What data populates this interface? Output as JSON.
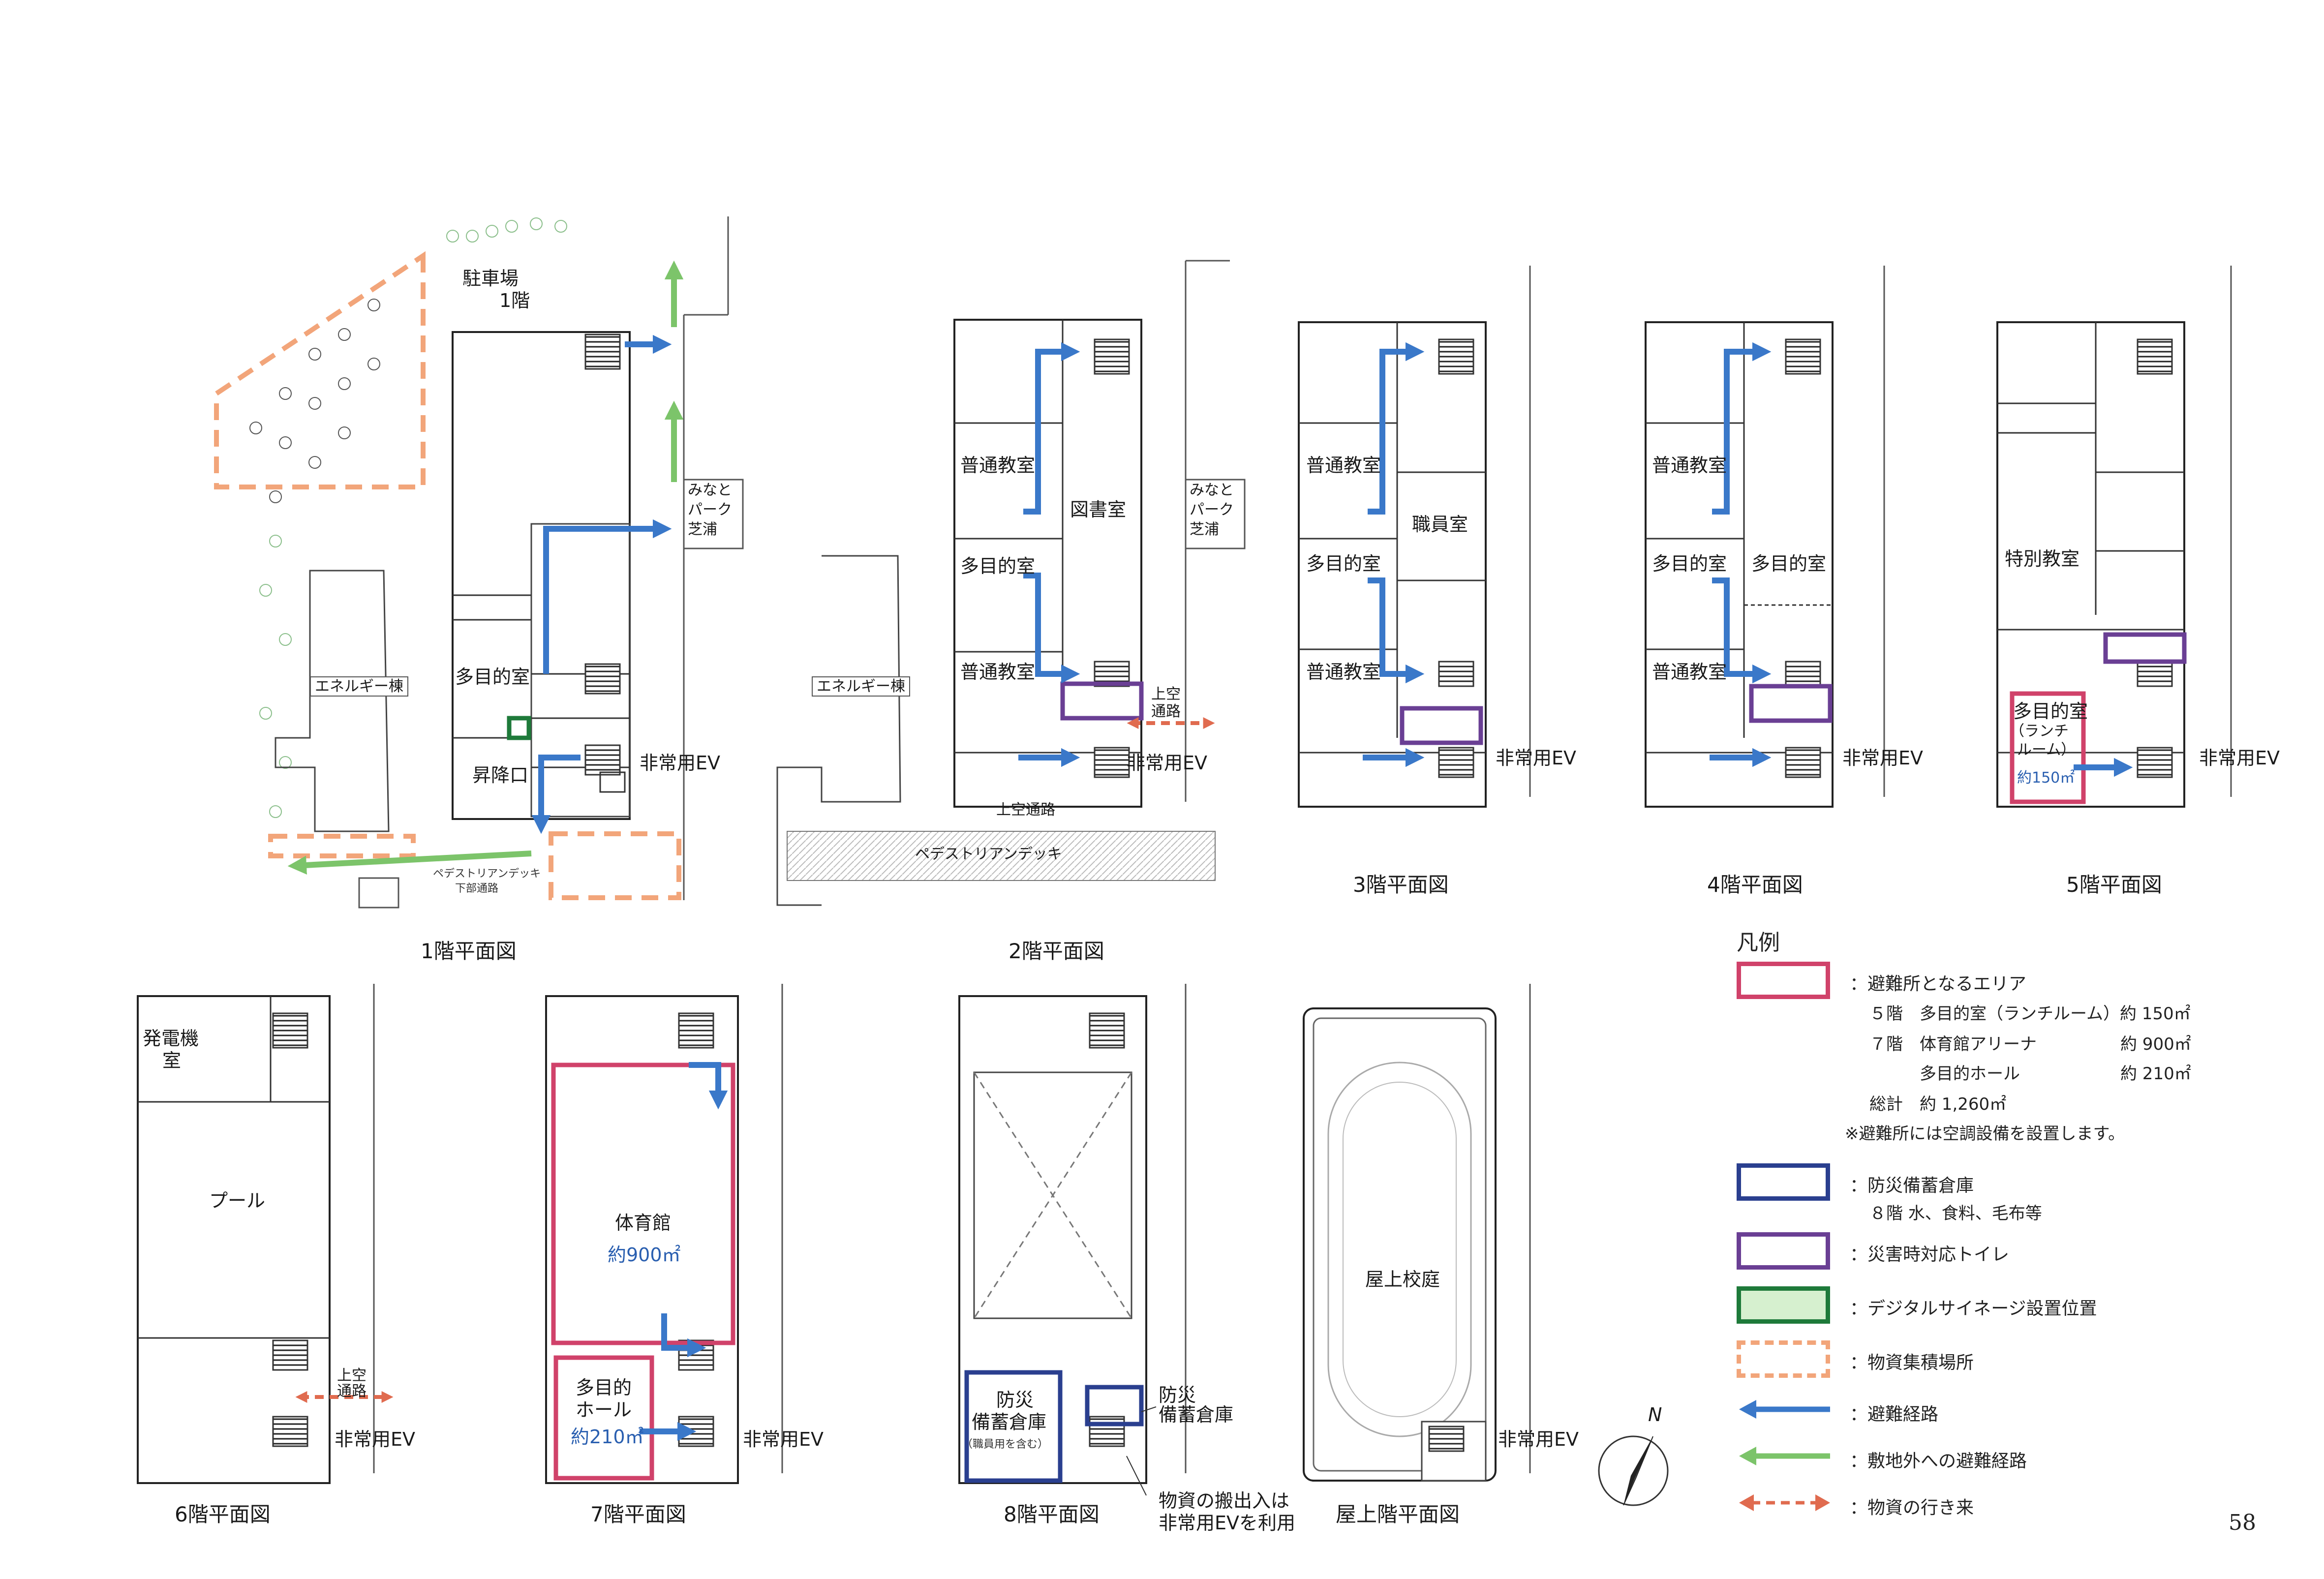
{
  "plans": {
    "f1": {
      "caption": "1階平面図",
      "parking": "駐車場",
      "parking_floor": "1階",
      "minato1": "みなと",
      "minato2": "パーク",
      "minato3": "芝浦",
      "energy": "エネルギー棟",
      "multipurpose": "多目的室",
      "entrance": "昇降口",
      "emergency_ev": "非常用EV",
      "deck": "ペデストリアンデッキ",
      "deck_sub": "下部通路"
    },
    "f2": {
      "caption": "2階平面図",
      "class1": "普通教室",
      "multipurpose": "多目的室",
      "class2": "普通教室",
      "library": "図書室",
      "minato1": "みなと",
      "minato2": "パーク",
      "minato3": "芝浦",
      "energy": "エネルギー棟",
      "overpass1": "上空",
      "overpass2": "通路",
      "overpass_full": "上空通路",
      "emergency_ev": "非常用EV",
      "deck": "ペデストリアンデッキ"
    },
    "f3": {
      "caption": "3階平面図",
      "class1": "普通教室",
      "multipurpose": "多目的室",
      "class2": "普通教室",
      "staff": "職員室",
      "emergency_ev": "非常用EV"
    },
    "f4": {
      "caption": "4階平面図",
      "class1": "普通教室",
      "multipurpose1": "多目的室",
      "multipurpose2": "多目的室",
      "class2": "普通教室",
      "emergency_ev": "非常用EV"
    },
    "f5": {
      "caption": "5階平面図",
      "special": "特別教室",
      "lunch1": "多目的室",
      "lunch2": "（ランチ",
      "lunch3": "ルーム）",
      "area": "約150㎡",
      "emergency_ev": "非常用EV"
    },
    "f6": {
      "caption": "6階平面図",
      "generator1": "発電機",
      "generator2": "室",
      "pool": "プール",
      "overpass1": "上空",
      "overpass2": "通路",
      "emergency_ev": "非常用EV"
    },
    "f7": {
      "caption": "7階平面図",
      "gym": "体育館",
      "gym_area": "約900㎡",
      "hall1": "多目的",
      "hall2": "ホール",
      "hall_area": "約210㎡",
      "emergency_ev": "非常用EV"
    },
    "f8": {
      "caption": "8階平面図",
      "store1": "防災",
      "store2": "備蓄倉庫",
      "store3": "（職員用を含む）",
      "store_b1": "防災",
      "store_b2": "備蓄倉庫",
      "note1": "物資の搬出入は",
      "note2": "非常用EVを利用"
    },
    "roof": {
      "caption": "屋上階平面図",
      "yard": "屋上校庭",
      "emergency_ev": "非常用EV"
    }
  },
  "compass": {
    "label": "N"
  },
  "legend": {
    "title": "凡例",
    "items": [
      {
        "key": "shelter",
        "color": "#d0426a",
        "text": "：避難所となるエリア"
      },
      {
        "key": "storage",
        "color": "#2a3f8f",
        "text": "：防災備蓄倉庫"
      },
      {
        "key": "toilet",
        "color": "#6a3f94",
        "text": "：災害時対応トイレ"
      },
      {
        "key": "signage",
        "color": "#1e7a3a",
        "text": "：デジタルサイネージ設置位置"
      },
      {
        "key": "collection",
        "color": "#f2a57a",
        "text": "：物資集積場所"
      },
      {
        "key": "evac",
        "color": "#3a78c9",
        "text": "：避難経路"
      },
      {
        "key": "evac_out",
        "color": "#7cc46a",
        "text": "：敷地外への避難経路"
      },
      {
        "key": "supply",
        "color": "#e06b4f",
        "text": "：物資の行き来"
      }
    ],
    "shelter_details": {
      "r1": "５階　多目的室（ランチルーム）約 150㎡",
      "r2": "７階　体育館アリーナ　　　　　約 900㎡",
      "r3": "　　　多目的ホール　　　　　　約 210㎡",
      "r4": "総計　約 1,260㎡",
      "r5": "※避難所には空調設備を設置します。"
    },
    "storage_detail": "８階 水、食料、毛布等"
  },
  "page_number": "58"
}
